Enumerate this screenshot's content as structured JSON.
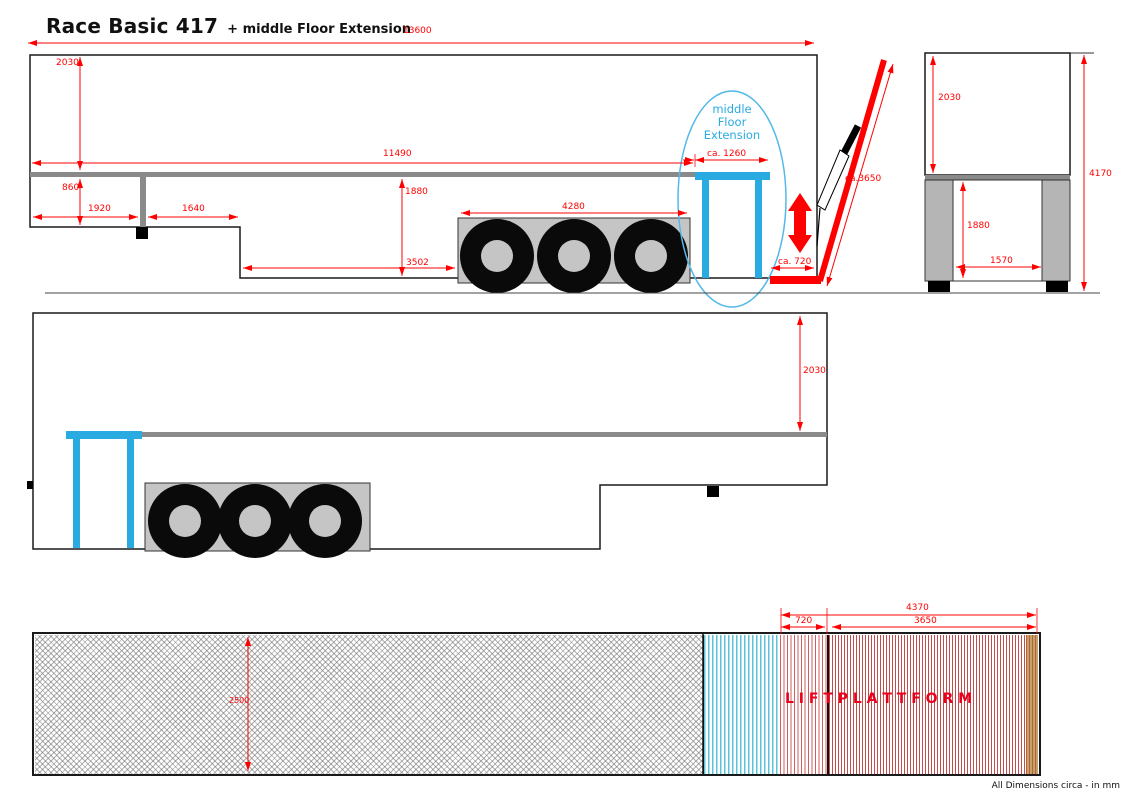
{
  "title": {
    "main": "Race Basic 417",
    "suffix": "+ middle Floor Extension"
  },
  "annotation": {
    "line1": "middle",
    "line2": "Floor",
    "line3": "Extension"
  },
  "labels": {
    "lift_platform": "L I F T   P L A T T F O R M"
  },
  "footnote": "All Dimensions circa - in mm",
  "colors": {
    "red": "#ff0000",
    "lift_red": "#e8001c",
    "cyan": "#29abe2",
    "cyan_light": "#53b9e9",
    "gray": "#8a8a8a",
    "light_gray": "#c5c5c5",
    "pillar_gray": "#b5b5b5",
    "black": "#1a1a1a",
    "tan": "#c8a06a"
  },
  "dims": {
    "side": {
      "total_length": "13600",
      "box_height": "2030",
      "floor_length": "11490",
      "gooseneck_height": "860",
      "front_section": "1920",
      "mid_section": "1640",
      "rear_inner_height": "1880",
      "axle_unit_length": "4280",
      "low_section_length": "3502",
      "extension_length": "ca. 1260",
      "platform_depth": "ca. 720",
      "ramp_length": "ca.3650"
    },
    "rear": {
      "box_height": "2030",
      "lower_height": "1880",
      "inner_width": "1570",
      "total_height": "4170"
    },
    "reverse": {
      "box_height": "2030"
    },
    "plan": {
      "body_width": "2500",
      "platform_total": "4370",
      "platform_fixed": "720",
      "platform_lift": "3650"
    }
  }
}
